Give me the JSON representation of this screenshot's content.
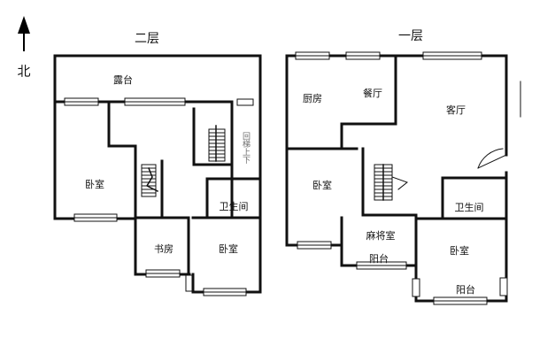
{
  "compass": {
    "label": "北"
  },
  "floors": {
    "second": {
      "title": "二层",
      "rooms": {
        "terrace": "露台",
        "bedroom_left": "卧室",
        "bathroom": "卫生间",
        "study": "书房",
        "bedroom_bottom": "卧室"
      },
      "stair_note": "回梯上下"
    },
    "first": {
      "title": "一层",
      "rooms": {
        "kitchen": "厨房",
        "dining": "餐厅",
        "living": "客厅",
        "bedroom_left": "卧室",
        "mahjong": "麻将室",
        "balcony_mid": "阳台",
        "bathroom": "卫生间",
        "bedroom_right": "卧室",
        "balcony_right": "阳台"
      }
    }
  }
}
